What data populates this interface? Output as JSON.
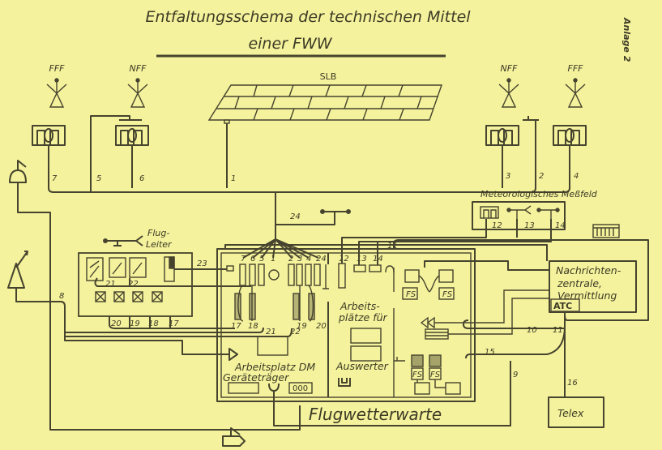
{
  "title": "Entfaltungsschema der technischen Mittel",
  "subtitle": "einer FWW",
  "annex": "Anlage 2",
  "antennas": [
    {
      "label": "FFF"
    },
    {
      "label": "NFF"
    },
    {
      "label": "NFF"
    },
    {
      "label": "FFF"
    }
  ],
  "slb_label": "SLB",
  "meteo_field": "Meteorologisches Meßfeld",
  "flugleiter": {
    "line1": "Flug-",
    "line2": "Leiter"
  },
  "fww_label": "Flugwetterwarte",
  "arbeitsplaetze": {
    "line1": "Arbeits-",
    "line2": "plätze für",
    "line3": "Auswerter"
  },
  "arbeitsplatz_dm": "Arbeitsplatz DM",
  "geraetetraeger": "Geräteträger",
  "device_000": "000",
  "fs_label": "FS",
  "nachrichten": {
    "line1": "Nachrichten-",
    "line2": "zentrale,",
    "line3": "Vermittlung"
  },
  "atc": "ATC",
  "telex": "Telex",
  "line_numbers": {
    "top": [
      "7",
      "5",
      "6",
      "1",
      "3",
      "2",
      "4"
    ],
    "n24": "24",
    "meteo": [
      "12",
      "13",
      "14"
    ],
    "n11a": "11",
    "n23": "23",
    "flugleiter_top": [
      "21",
      "22"
    ],
    "flugleiter_bottom": [
      "20",
      "19",
      "18",
      "17"
    ],
    "slots": [
      "7",
      "6",
      "5",
      "1",
      "2",
      "3",
      "4",
      "24"
    ],
    "slots_right": [
      "12",
      "13",
      "14"
    ],
    "racks": [
      "17",
      "18",
      "19",
      "20"
    ],
    "mid": [
      "21",
      "22"
    ],
    "n8": "8",
    "n10": "10",
    "n11b": "11",
    "n15": "15",
    "n9": "9",
    "n16": "16"
  }
}
